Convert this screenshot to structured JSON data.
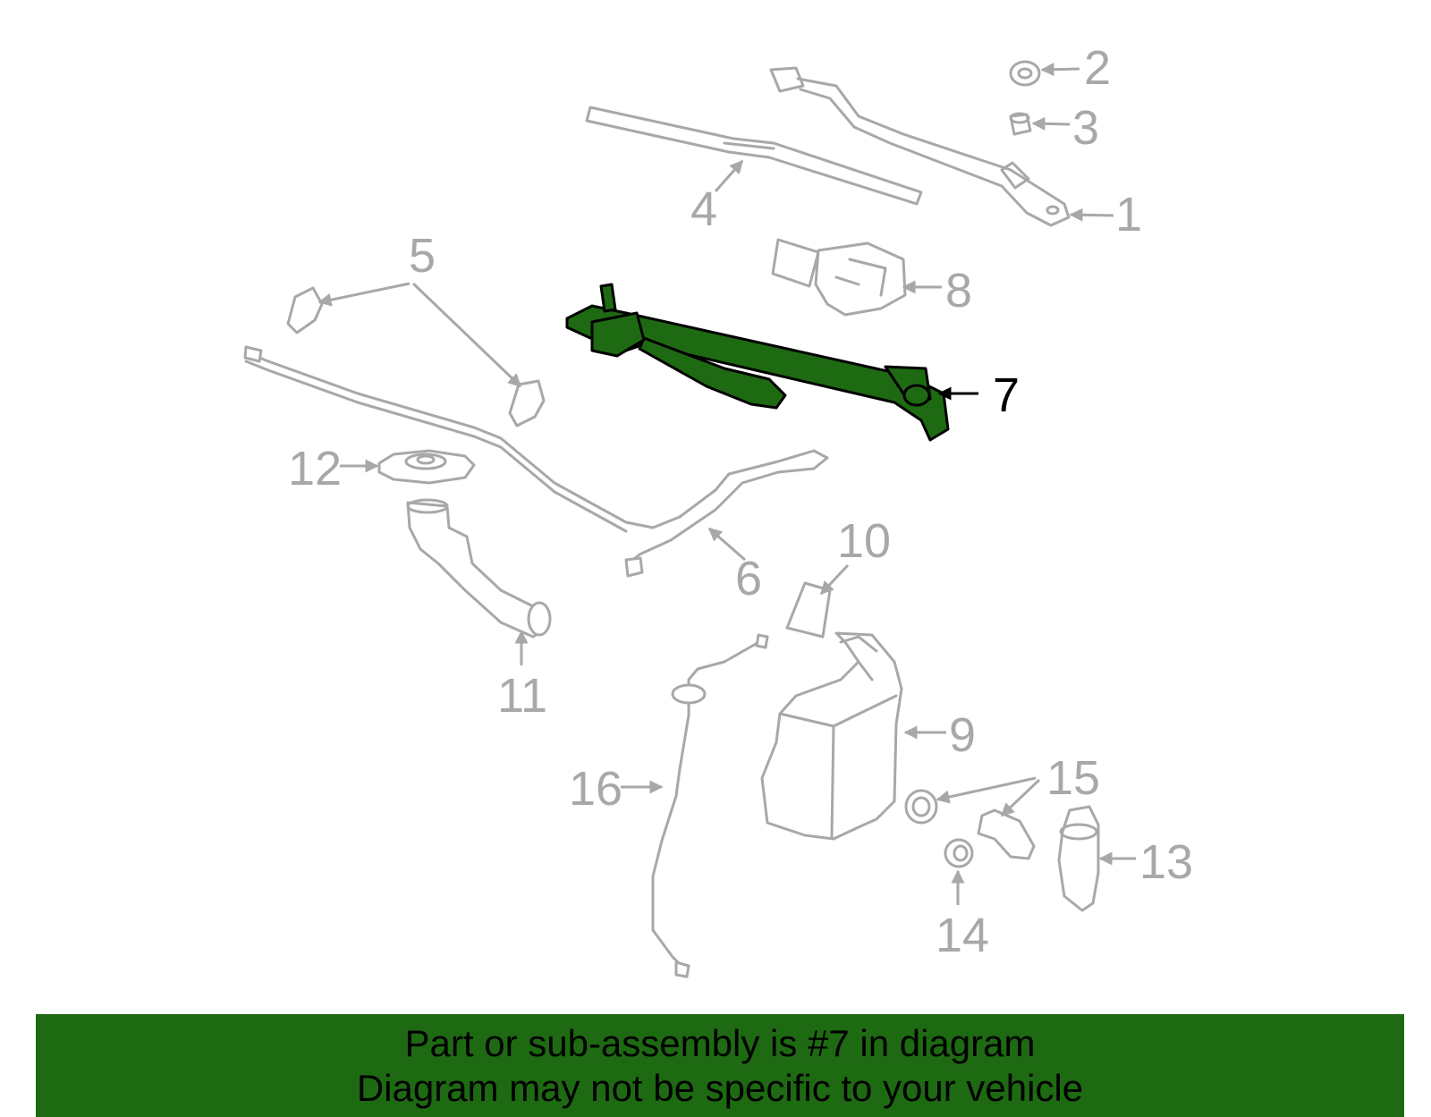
{
  "diagram": {
    "highlight_color": "#1e6a12",
    "part_color": "#a8a8a8",
    "callouts": {
      "c1": "1",
      "c2": "2",
      "c3": "3",
      "c4": "4",
      "c5": "5",
      "c6": "6",
      "c7": "7",
      "c8": "8",
      "c9": "9",
      "c10": "10",
      "c11": "11",
      "c12": "12",
      "c13": "13",
      "c14": "14",
      "c15": "15",
      "c16": "16"
    },
    "highlighted_part": "7"
  },
  "banner": {
    "line1": "Part or sub-assembly is #7 in diagram",
    "line2": "Diagram may not be specific to your vehicle"
  }
}
